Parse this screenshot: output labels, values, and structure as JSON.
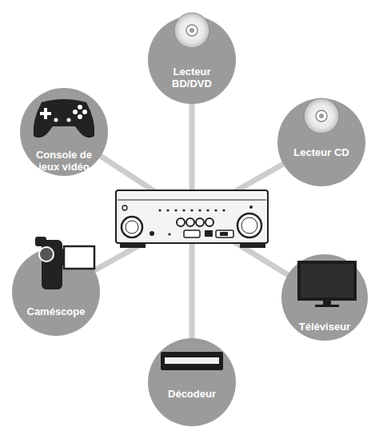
{
  "diagram": {
    "nodes": [
      {
        "text": [
          "Lecteur BD/DVD"
        ]
      },
      {
        "text": [
          "Console de jeux vidéo"
        ]
      },
      {
        "text": [
          "Lecteur CD"
        ]
      },
      {
        "text": [
          "Caméscope"
        ]
      },
      {
        "text": [
          "Téléviseur"
        ]
      },
      {
        "text": [
          "Décodeur"
        ]
      }
    ]
  }
}
